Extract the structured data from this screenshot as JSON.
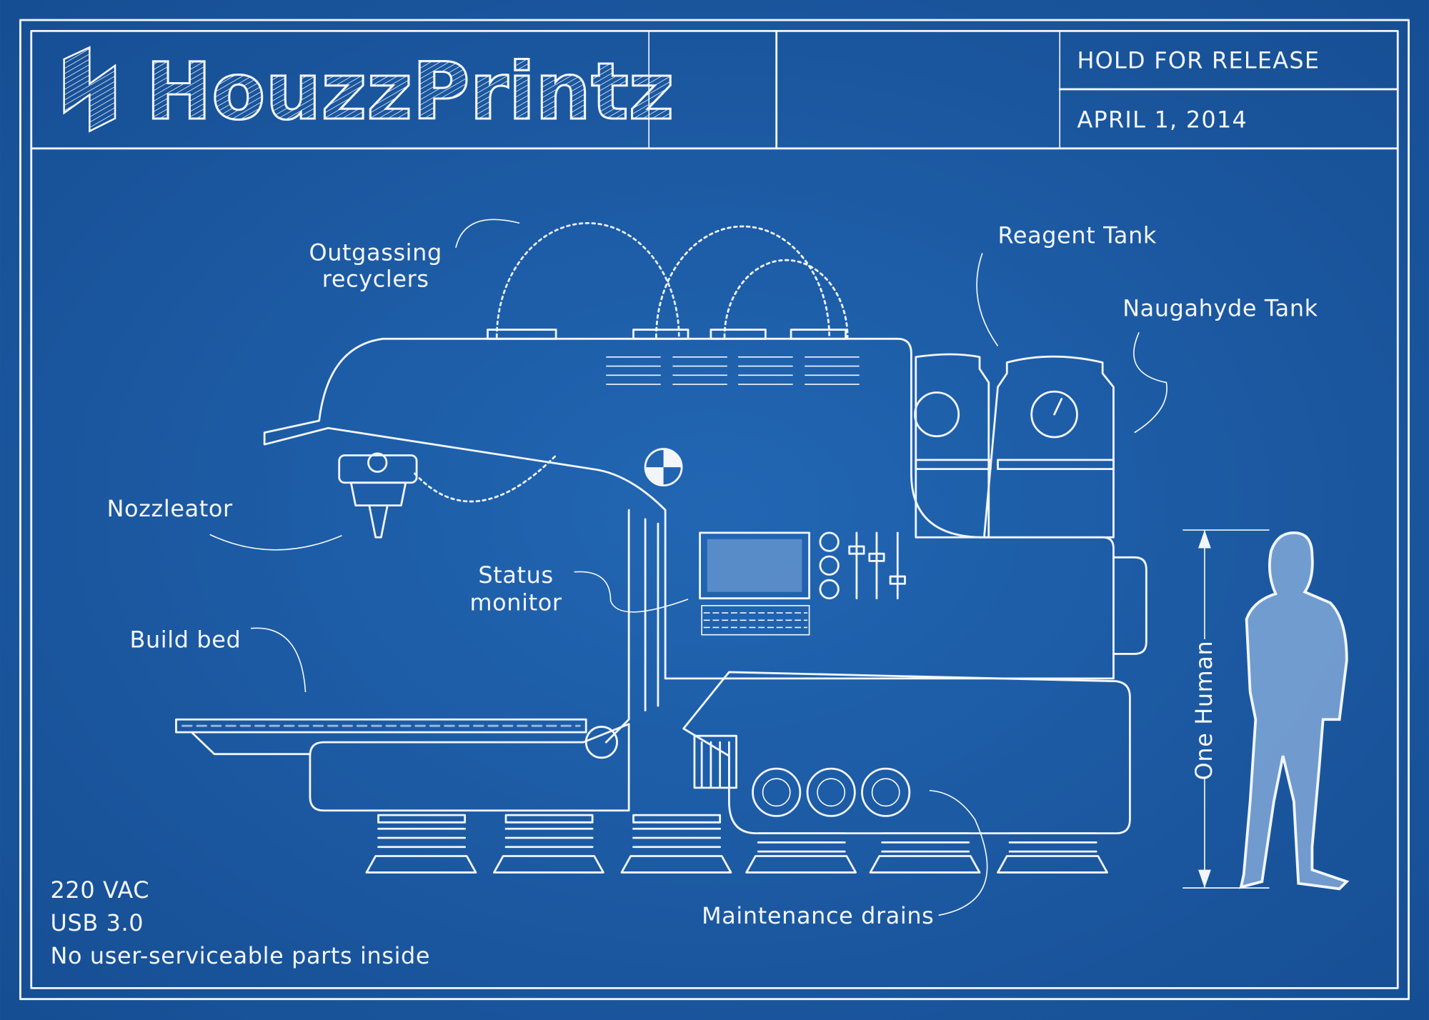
{
  "header": {
    "brand": "HouzzPrintz",
    "status": "HOLD FOR RELEASE",
    "date": "APRIL 1, 2014"
  },
  "labels": {
    "outgassing_line1": "Outgassing",
    "outgassing_line2": "recyclers",
    "reagent_tank": "Reagent Tank",
    "naugahyde_tank": "Naugahyde Tank",
    "nozzleator": "Nozzleator",
    "status_line1": "Status",
    "status_line2": "monitor",
    "build_bed": "Build bed",
    "one_human": "One Human",
    "maintenance_drains": "Maintenance drains"
  },
  "specs": [
    "220 VAC",
    "USB 3.0",
    "No user-serviceable parts inside"
  ],
  "colors": {
    "background": "#1b5aa3",
    "line": "#f2f6fb",
    "human": "#8fb3df"
  }
}
